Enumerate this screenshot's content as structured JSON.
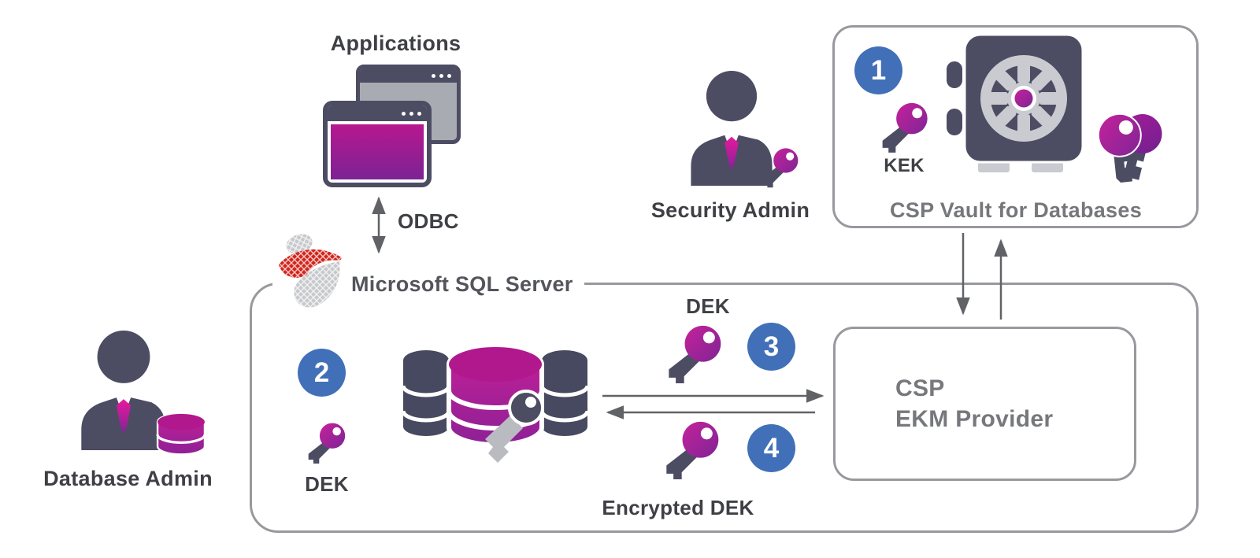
{
  "steps": [
    "1",
    "2",
    "3",
    "4"
  ],
  "nodes": {
    "applications": {
      "label": "Applications"
    },
    "odbc": {
      "label": "ODBC"
    },
    "sql_server": {
      "label": "Microsoft SQL Server"
    },
    "security_admin": {
      "label": "Security Admin"
    },
    "database_admin": {
      "label": "Database Admin"
    },
    "csp_vault": {
      "label": "CSP Vault for Databases",
      "kek": {
        "label": "KEK"
      }
    },
    "ekm_provider": {
      "label_line1": "CSP",
      "label_line2": "EKM Provider"
    },
    "dek_at_rest": {
      "label": "DEK"
    },
    "dek_in_transit": {
      "label": "DEK"
    },
    "encrypted_dek": {
      "label": "Encrypted DEK"
    }
  },
  "icons": {
    "app_windows_icon": "two overlapping application windows, front one with magenta screen",
    "sql_server_logo": "red and gray mesh fin Microsoft SQL Server logo",
    "person_icon": "business person bust with magenta tie",
    "key_icon": "key with magenta round head and dark shaft",
    "key_pair_icon": "two crossed keys with magenta heads",
    "vault_icon": "dark safe with gray combination dial and magenta center",
    "database_cluster_icon": "three database cylinders, magenta center with lock key",
    "database_icon": "small magenta database cylinder",
    "arrow": "thin gray connector arrow"
  },
  "colors": {
    "navy": "#4c4d63",
    "magenta": "#c41f97",
    "purple": "#7c2394",
    "blue_badge": "#4170b8",
    "border_gray": "#97999d",
    "label_dark": "#3f4045",
    "label_gray": "#76777b",
    "logo_red": "#d2251c",
    "arrow_gray": "#606266"
  }
}
